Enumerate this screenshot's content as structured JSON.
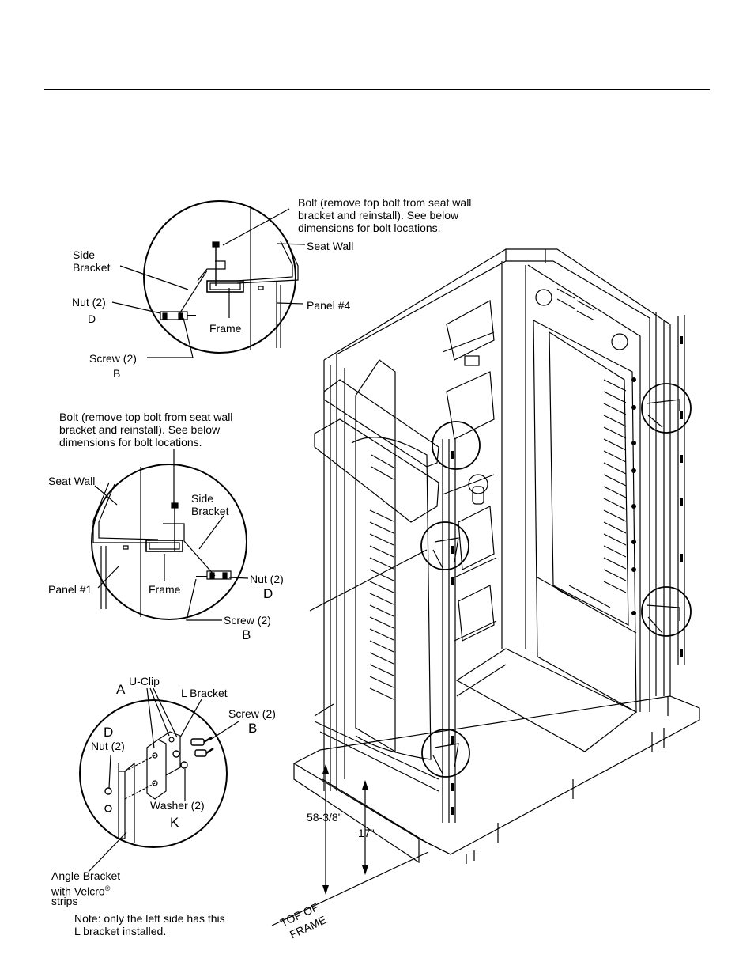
{
  "callouts": {
    "bolt_top": "Bolt (remove top bolt from seat wall\nbracket and reinstall).  See below\ndimensions for bolt locations.",
    "seat_wall_top": "Seat Wall",
    "side_bracket_top": "Side\nBracket",
    "nut_top": "Nut (2)",
    "nut_top_letter": "D",
    "panel4": "Panel #4",
    "frame_top": "Frame",
    "screw_top": "Screw (2)",
    "screw_top_letter": "B",
    "bolt_mid": "Bolt (remove top bolt from seat wall\nbracket and reinstall).  See below\ndimensions for bolt locations.",
    "seat_wall_mid": "Seat Wall",
    "side_bracket_mid": "Side\nBracket",
    "panel1": "Panel #1",
    "frame_mid": "Frame",
    "nut_mid": "Nut (2)",
    "nut_mid_letter": "D",
    "screw_mid": "Screw (2)",
    "screw_mid_letter": "B",
    "letter_a": "A",
    "uclip": "U-Clip",
    "lbracket": "L Bracket",
    "screw_bot": "Screw (2)",
    "screw_bot_letter": "B",
    "letter_d": "D",
    "nut_bot": "Nut (2)",
    "washer": "Washer (2)",
    "letter_k": "K",
    "angle_bracket": "Angle Bracket\nwith Velcro",
    "registered": "®",
    "strips": "strips",
    "note": "Note: only the left side has this\nL bracket installed.",
    "dim1": "58-3/8\"",
    "dim2": "17\"",
    "top_of": "TOP OF",
    "frame_word": "FRAME"
  }
}
